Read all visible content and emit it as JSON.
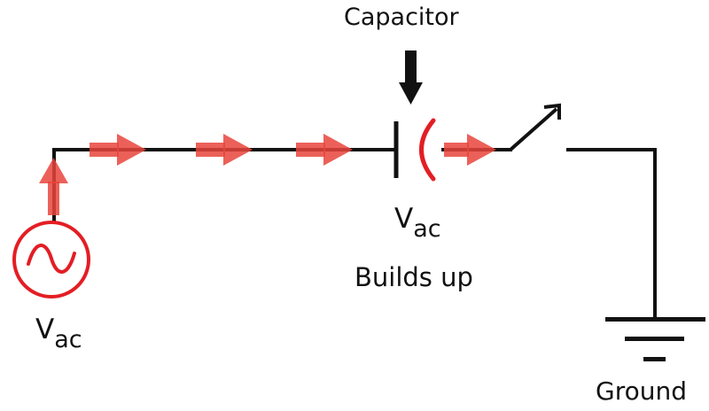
{
  "labels": {
    "capacitor": "Capacitor",
    "source_v": "V",
    "source_sub": "ac",
    "cap_v": "V",
    "cap_sub": "ac",
    "builds_up": "Builds up",
    "ground": "Ground"
  },
  "colors": {
    "wire": "#111111",
    "current_arrow": "#e8453c",
    "plate_charged": "#e31e24",
    "pointer_arrow": "#111111"
  },
  "icons": {
    "source": "ac-source-icon",
    "switch": "open-switch-icon",
    "ground": "ground-symbol-icon"
  }
}
